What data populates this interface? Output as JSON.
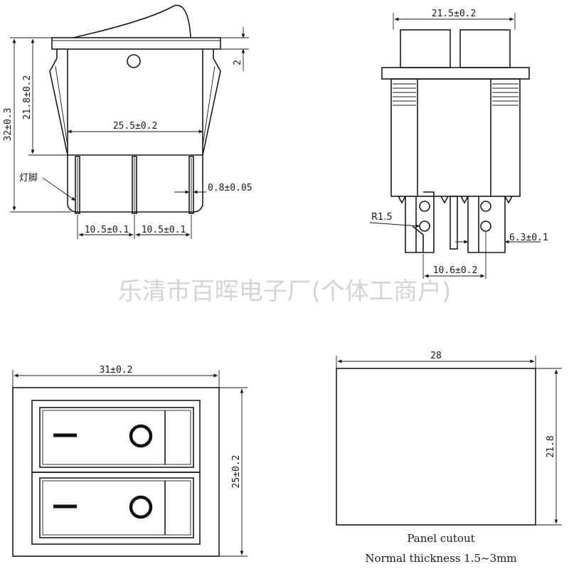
{
  "side_view": {
    "width_dim": "25.5±0.2",
    "total_height_dim": "32±0.3",
    "body_height_dim": "21.8±0.2",
    "flange_dim": "2",
    "pin_width_dim": "0.8±0.05",
    "pin_pitch_left": "10.5±0.1",
    "pin_pitch_right": "10.5±0.1",
    "lamp_pin_label": "灯脚"
  },
  "end_view": {
    "width_dim": "21.5±0.2",
    "radius_dim": "R1.5",
    "terminal_width_dim": "6.3±0.1",
    "terminal_gap_dim": "10.6±0.2"
  },
  "watermark": "乐清市百晖电子厂(个体工商户)",
  "front_view": {
    "width_dim": "31±0.2",
    "height_dim": "25±0.2"
  },
  "cutout": {
    "width_dim": "28",
    "height_dim": "21.8",
    "title": "Panel cutout",
    "thickness_note": "Normal thickness 1.5~3mm"
  }
}
